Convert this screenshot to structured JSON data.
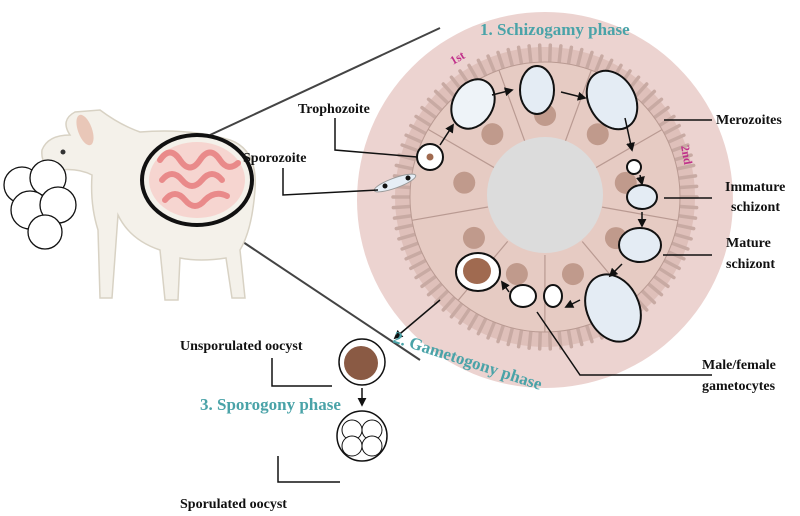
{
  "phases": {
    "schizogamy": "1. Schizogamy phase",
    "gametogony": "2. Gametogony phase",
    "sporogony": "3. Sporogony phase"
  },
  "generations": {
    "first": "1st",
    "second": "2nd"
  },
  "labels": {
    "trophozoite": "Trophozoite",
    "sporozoite": "Sporozoite",
    "merozoites": "Merozoites",
    "immature_1": "Immature",
    "immature_2": "schizont",
    "mature_1": "Mature",
    "mature_2": "schizont",
    "gametocytes_1": "Male/female",
    "gametocytes_2": "gametocytes",
    "unsporulated": "Unsporulated oocyst",
    "sporulated": "Sporulated oocyst"
  },
  "colors": {
    "phase_text": "#4aa3a8",
    "generation_text": "#c0308a",
    "tissue": "#ecd3d0",
    "cell": "#e6cbc3",
    "nucleus": "#c09a8c",
    "lumen": "#dcdcdc",
    "intestine": "#f0a0a0"
  }
}
